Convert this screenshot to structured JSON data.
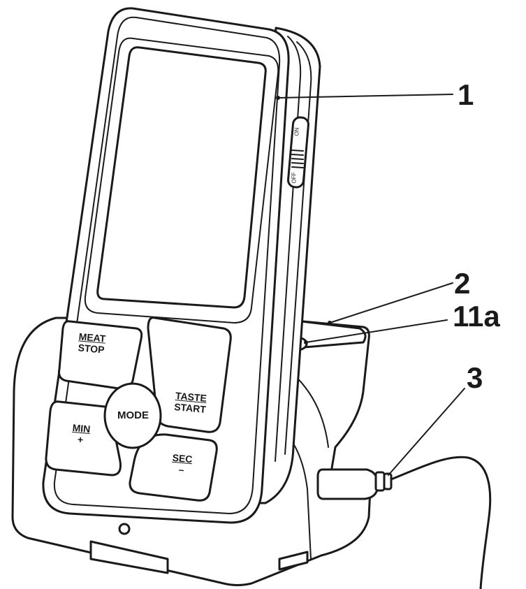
{
  "callouts": {
    "c1": "1",
    "c2": "2",
    "c11a": "11a",
    "c3": "3"
  },
  "keys": {
    "meat_stop": {
      "top": "MEAT",
      "bottom": "STOP"
    },
    "taste_start": {
      "top": "TASTE",
      "bottom": "START"
    },
    "mode": "MODE",
    "min_plus": {
      "top": "MIN",
      "bottom": "+"
    },
    "sec_minus": {
      "top": "SEC",
      "bottom": "–"
    }
  },
  "switch": {
    "on": "ON",
    "off": "OFF"
  }
}
